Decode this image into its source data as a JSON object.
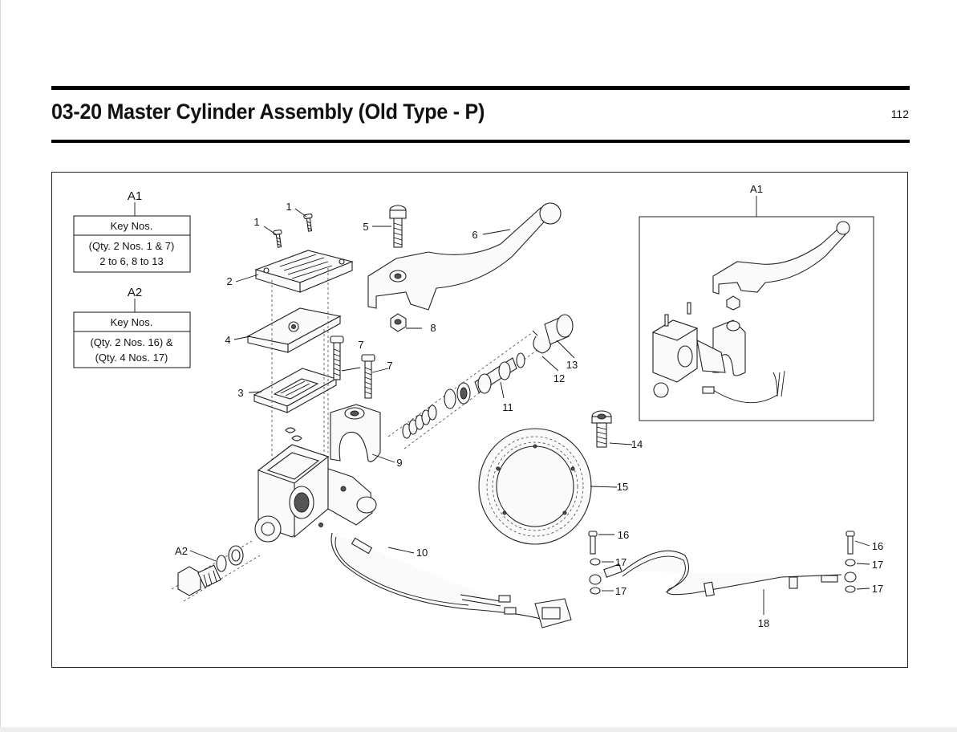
{
  "header": {
    "title": "03-20 Master Cylinder Assembly (Old Type - P)",
    "page_number": "112"
  },
  "key_a1": {
    "label": "A1",
    "heading": "Key Nos.",
    "line1": "(Qty. 2 Nos. 1 & 7)",
    "line2": "2 to 6, 8 to 13"
  },
  "key_a2": {
    "label": "A2",
    "heading": "Key Nos.",
    "line1": "(Qty. 2 Nos. 16) &",
    "line2": "(Qty. 4 Nos. 17)"
  },
  "inset": {
    "label": "A1"
  },
  "callouts": {
    "c1a": "1",
    "c1b": "1",
    "c2": "2",
    "c3": "3",
    "c4": "4",
    "c5": "5",
    "c6": "6",
    "c7a": "7",
    "c7b": "7",
    "c8": "8",
    "c9": "9",
    "c10": "10",
    "c11": "11",
    "c12": "12",
    "c13": "13",
    "c14": "14",
    "c15": "15",
    "c16a": "16",
    "c16b": "16",
    "c17a": "17",
    "c17b": "17",
    "c17c": "17",
    "c17d": "17",
    "c18": "18",
    "a2": "A2"
  }
}
